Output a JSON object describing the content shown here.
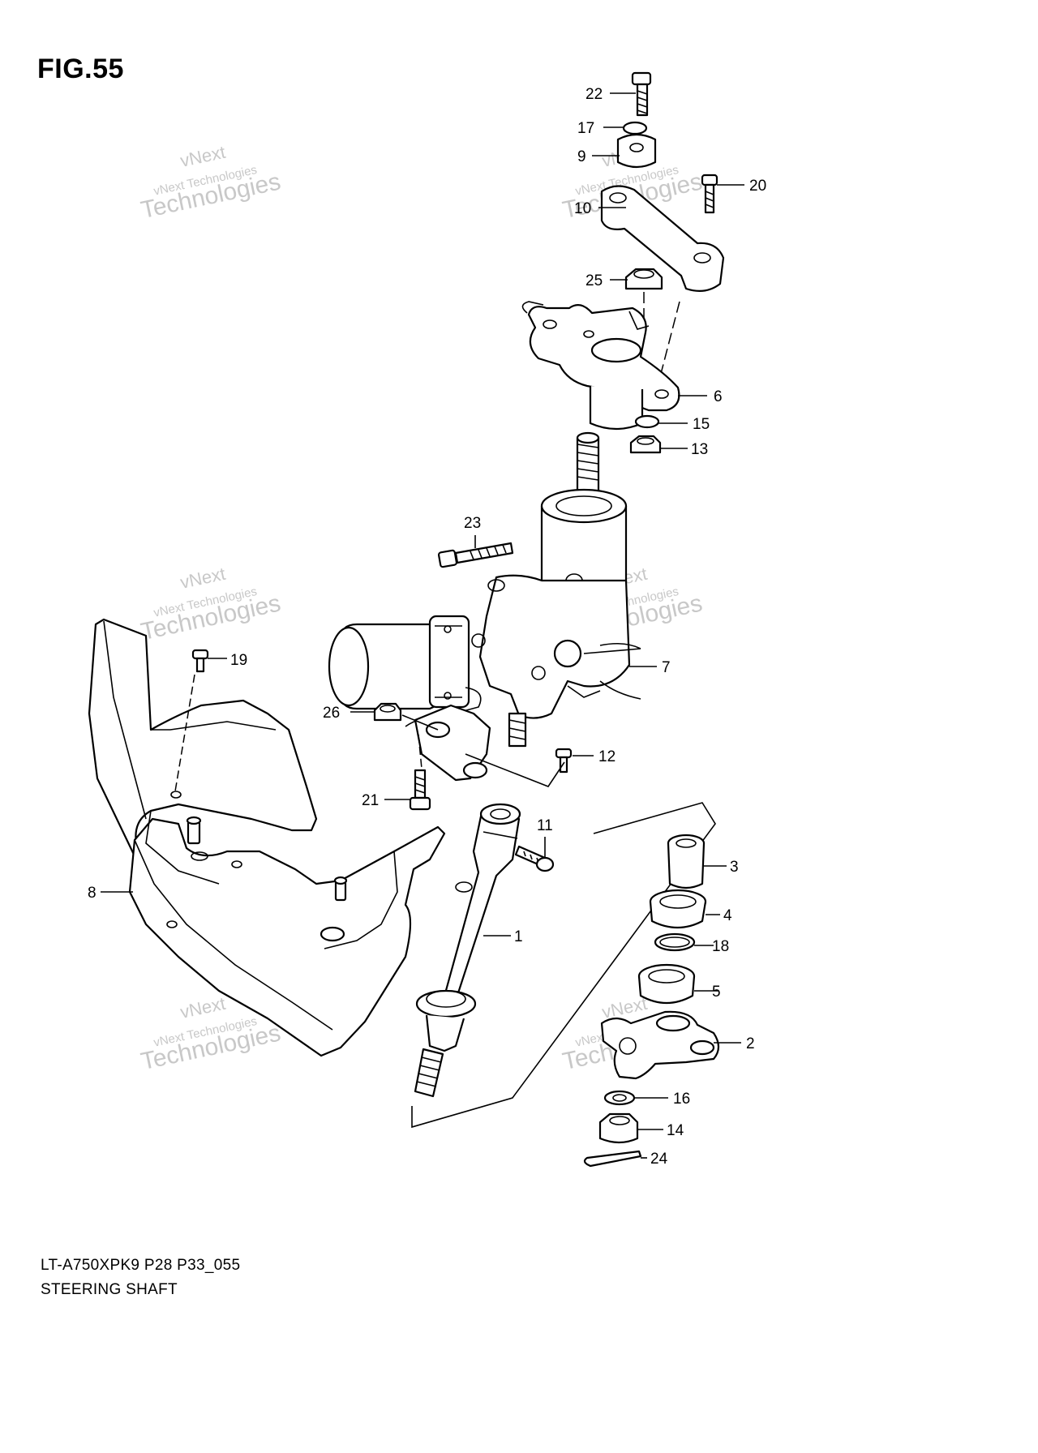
{
  "figure_title": "FIG.55",
  "model_code": "LT-A750XPK9 P28 P33_055",
  "diagram_title": "STEERING SHAFT",
  "watermark": {
    "line1": "vNext",
    "line2": "vNext Technologies",
    "line3": "Technologies"
  },
  "callouts": {
    "p1": "1",
    "p2": "2",
    "p3": "3",
    "p4": "4",
    "p5": "5",
    "p6": "6",
    "p7": "7",
    "p8": "8",
    "p9": "9",
    "p10": "10",
    "p11": "11",
    "p12": "12",
    "p13": "13",
    "p14": "14",
    "p15": "15",
    "p16": "16",
    "p17": "17",
    "p18": "18",
    "p19": "19",
    "p20": "20",
    "p21": "21",
    "p22": "22",
    "p23": "23",
    "p24": "24",
    "p25": "25",
    "p26": "26"
  }
}
